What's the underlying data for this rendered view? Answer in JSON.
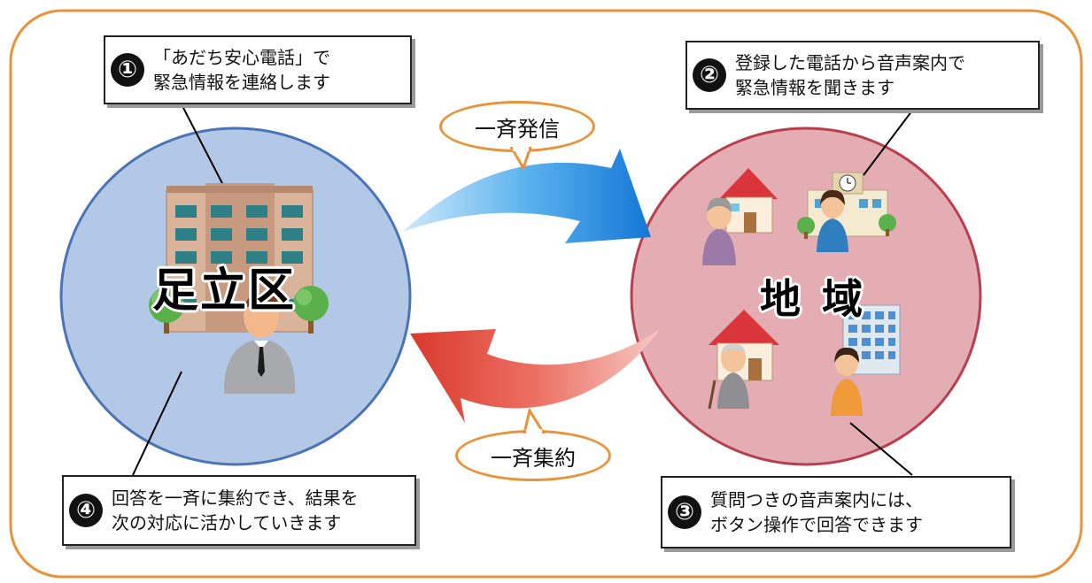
{
  "left_circle": {
    "label": "足立区"
  },
  "right_circle": {
    "label": "地 域"
  },
  "arrows": {
    "top_label": "一斉発信",
    "bottom_label": "一斉集約"
  },
  "callouts": [
    {
      "number": "①",
      "line1": "「あだち安心電話」で",
      "line2": "緊急情報を連絡します"
    },
    {
      "number": "②",
      "line1": "登録した電話から音声案内で",
      "line2": "緊急情報を聞きます"
    },
    {
      "number": "③",
      "line1": "質問つきの音声案内には、",
      "line2": "ボタン操作で回答できます"
    },
    {
      "number": "④",
      "line1": "回答を一斉に集約でき、結果を",
      "line2": "次の対応に活かしていきます"
    }
  ],
  "colors": {
    "frame": "#e8923a",
    "left_circle_fill": "#b3c8e6",
    "left_circle_stroke": "#4a74b3",
    "right_circle_fill": "#e4acb3",
    "right_circle_stroke": "#b8404e",
    "arrow_blue": "#1e8be0",
    "arrow_red": "#e2483a"
  }
}
